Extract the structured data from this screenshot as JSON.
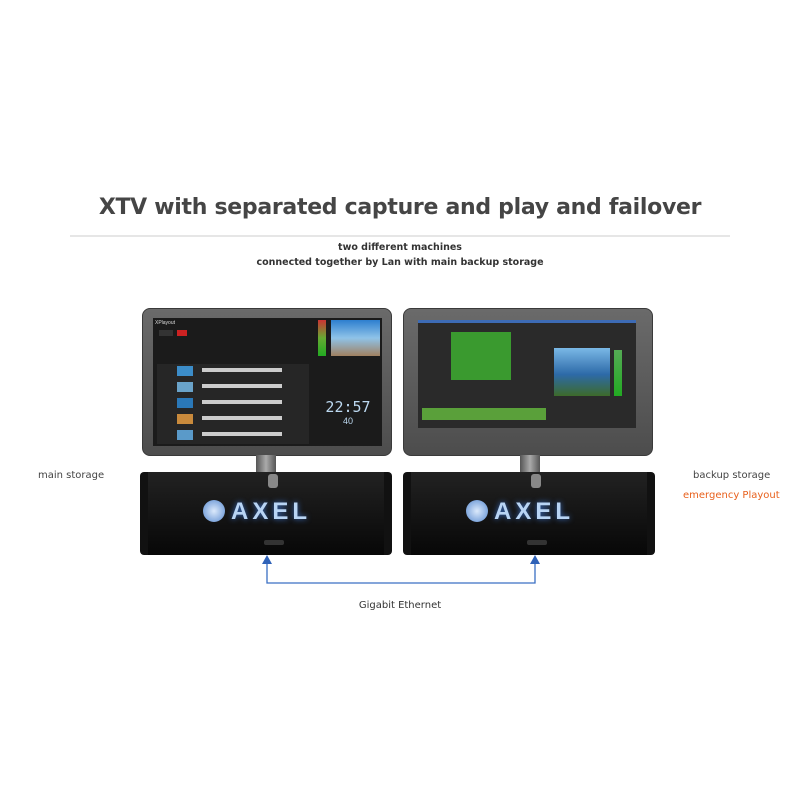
{
  "title": "XTV with separated capture and play and failover",
  "subtitle": {
    "line1": "two different machines",
    "line2": "connected together by Lan with main backup storage"
  },
  "left_machine": {
    "label": "main storage",
    "app_name": "XPlayout",
    "clock_time": "22:57",
    "clock_seconds": "40",
    "logo": "AXEL"
  },
  "right_machine": {
    "label": "backup storage",
    "role": "emergency Playout",
    "logo": "AXEL"
  },
  "connection": {
    "label": "Gigabit Ethernet"
  },
  "colors": {
    "accent_orange": "#e8601c",
    "link_blue": "#3a6fc4"
  }
}
